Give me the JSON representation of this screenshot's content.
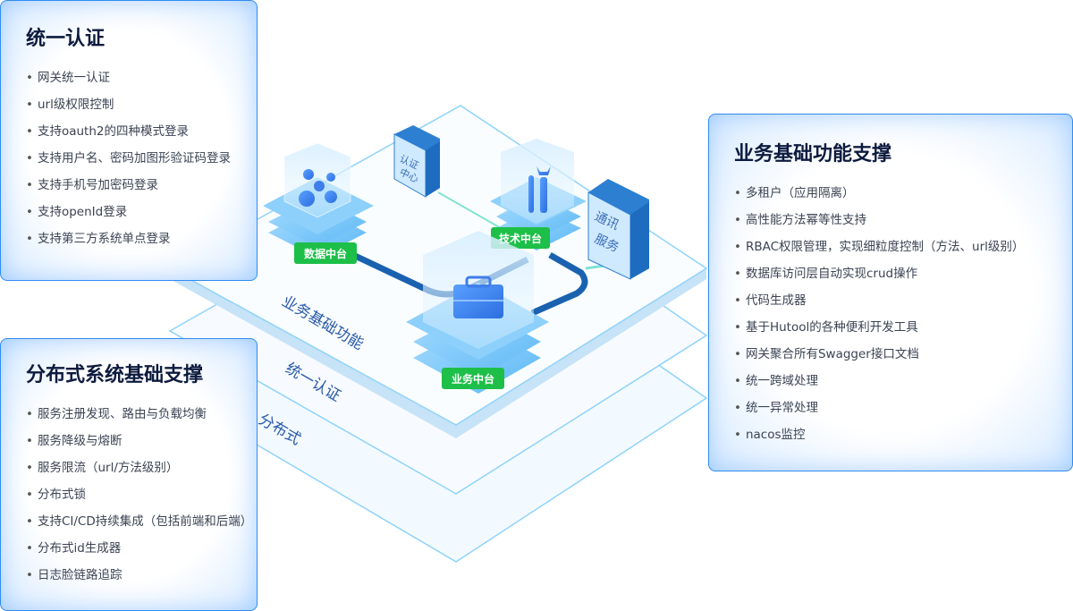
{
  "cards": {
    "auth": {
      "title": "统一认证",
      "items": [
        "网关统一认证",
        "url级权限控制",
        "支持oauth2的四种模式登录",
        "支持用户名、密码加图形验证码登录",
        "支持手机号加密码登录",
        "支持openId登录",
        "支持第三方系统单点登录"
      ]
    },
    "business": {
      "title": "业务基础功能支撑",
      "items": [
        "多租户（应用隔离）",
        "高性能方法幂等性支持",
        "RBAC权限管理，实现细粒度控制（方法、url级别）",
        "数据库访问层自动实现crud操作",
        "代码生成器",
        "基于Hutool的各种便利开发工具",
        "网关聚合所有Swagger接口文档",
        "统一跨域处理",
        "统一异常处理",
        "nacos监控"
      ]
    },
    "distributed": {
      "title": "分布式系统基础支撑",
      "items": [
        "服务注册发现、路由与负载均衡",
        "服务降级与熔断",
        "服务限流（url/方法级别）",
        "分布式锁",
        "支持CI/CD持续集成（包括前端和后端）",
        "分布式id生成器",
        "日志脸链路追踪"
      ]
    }
  },
  "illustration": {
    "planes": [
      "业务基础功能",
      "统一认证",
      "分布式"
    ],
    "platforms": {
      "data": "数据中台",
      "tech": "技术中台",
      "business": "业务中台"
    },
    "servers": {
      "auth": [
        "认证",
        "中心"
      ],
      "comm": [
        "通讯",
        "服务"
      ]
    },
    "colors": {
      "tag": "#1dbf49",
      "line": "#1a62b0",
      "plane": "#7fcdf5"
    }
  }
}
